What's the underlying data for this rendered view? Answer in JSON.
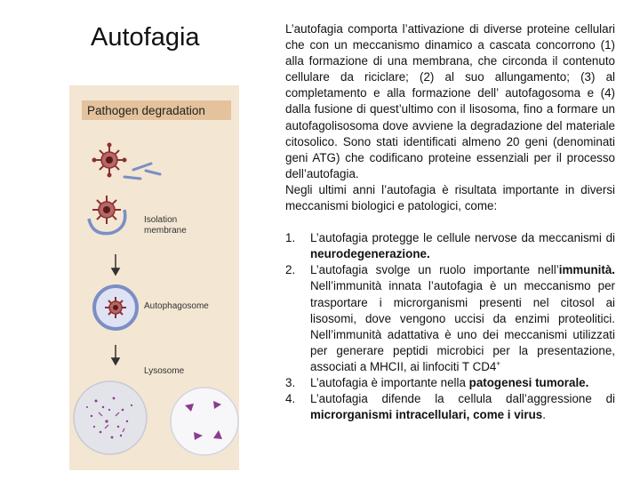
{
  "title": "Autofagia",
  "figure": {
    "heading": "Pathogen degradation",
    "labels": {
      "isolation_membrane_1": "Isolation",
      "isolation_membrane_2": "membrane",
      "autophagosome": "Autophagosome",
      "lysosome": "Lysosome"
    },
    "colors": {
      "panel": "#f3e6d3",
      "heading_bar": "#e4c29c",
      "pathogen": "#8c2f2f",
      "membrane": "#7a8fc4",
      "lysosome_bg": "#e3e3ea",
      "purple": "#8a3c8f"
    }
  },
  "intro": {
    "p1": "L’autofagia comporta l’attivazione di diverse proteine cellulari che con un meccanismo dinamico a cascata concorrono (1) alla formazione di una membrana, che circonda il contenuto cellulare da riciclare; (2) al suo allungamento; (3) al completamento e alla formazione dell’ autofagosoma e (4) dalla fusione di quest’ultimo con il lisosoma, fino a formare un autofagolisosoma dove avviene la degradazione del materiale citosolico. Sono stati identificati almeno 20 geni (denominati geni ATG) che codificano proteine essenziali per il processo dell’autofagia.",
    "p2": "Negli ultimi anni l’autofagia è risultata importante in diversi meccanismi biologici e patologici, come:"
  },
  "list": [
    {
      "num": "1.",
      "pre": "L’autofagia protegge le cellule nervose da meccanismi di ",
      "bold": "neurodegenerazione.",
      "post": ""
    },
    {
      "num": "2.",
      "pre": "L’autofagia svolge un ruolo importante nell’",
      "bold": "immunità.",
      "post": " Nell’immunità innata l’autofagia è un meccanismo per trasportare i microrganismi presenti nel citosol ai lisosomi, dove vengono uccisi da enzimi proteolitici. Nell’immunità adattativa è uno dei meccanismi utilizzati per generare peptidi microbici per la presentazione, associati a MHCII, ai linfociti T CD4",
      "sup": "+"
    },
    {
      "num": "3.",
      "pre": "L’autofagia è importante nella ",
      "bold": "patogenesi tumorale.",
      "post": ""
    },
    {
      "num": "4.",
      "pre": "L’autofagia difende la cellula dall’aggressione di ",
      "bold": "microrganismi intracellulari, come i virus",
      "post": "."
    }
  ]
}
